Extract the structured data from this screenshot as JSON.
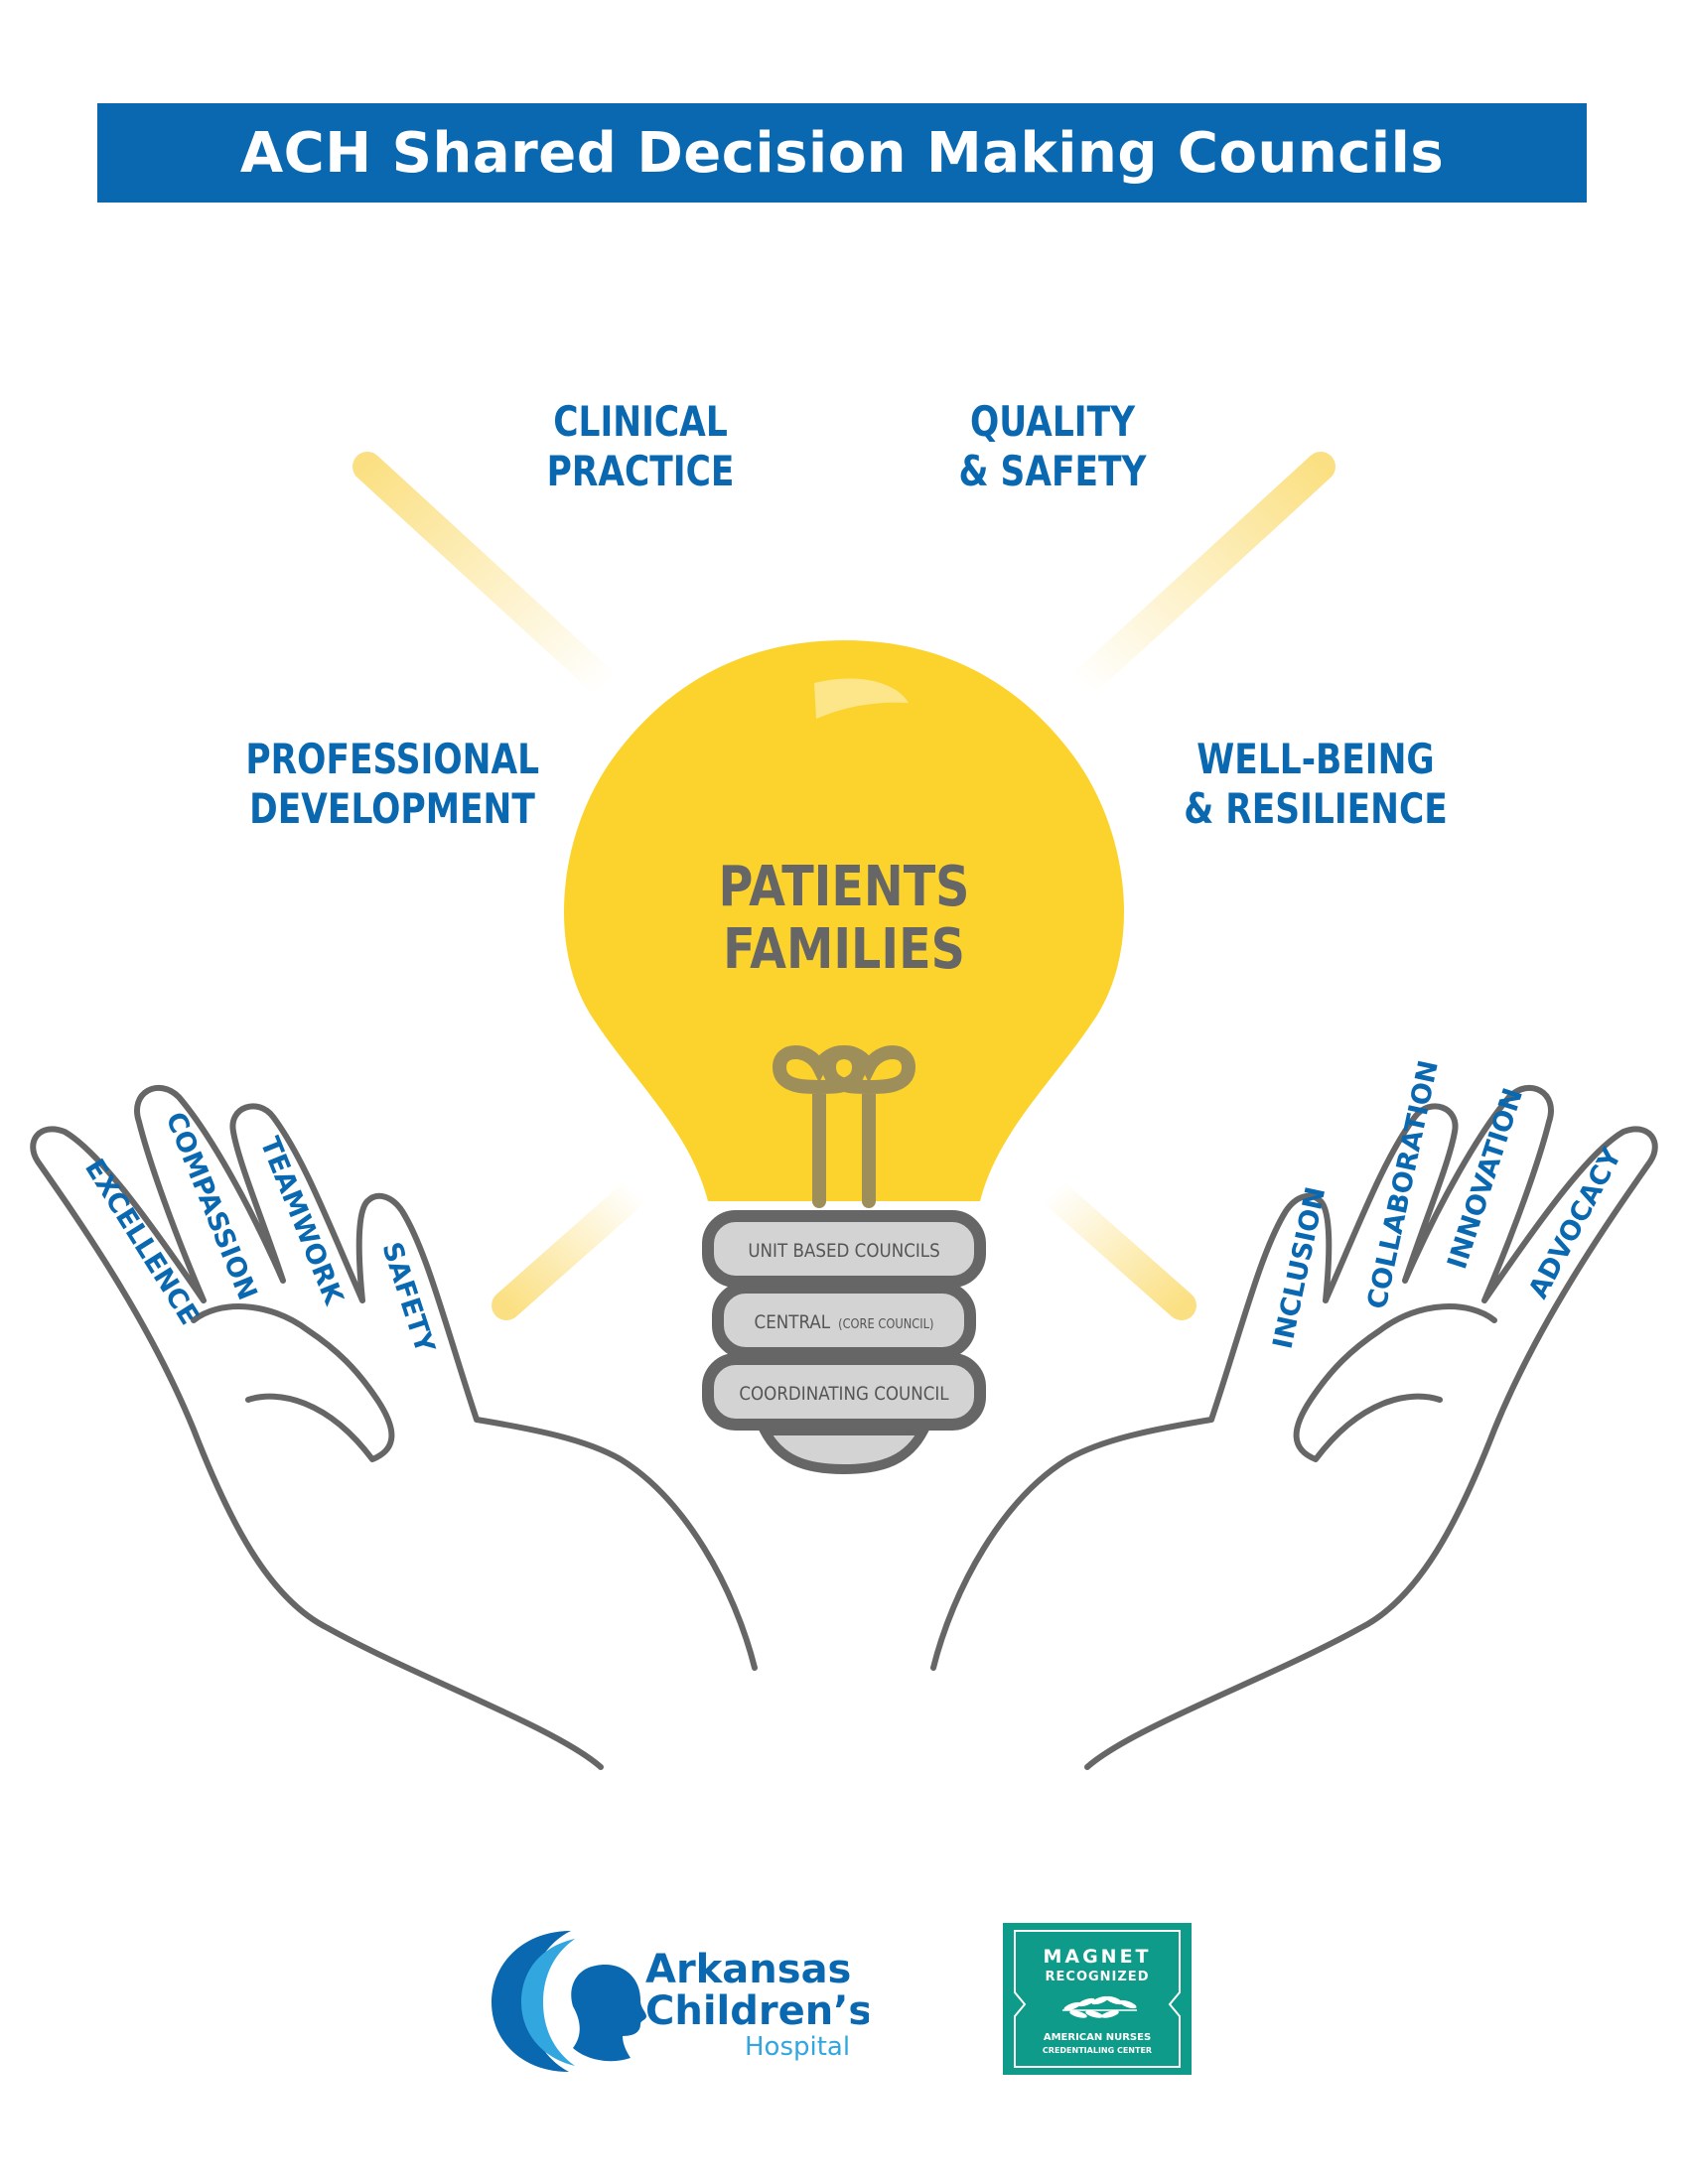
{
  "title": "ACH Shared Decision Making Councils",
  "councils": {
    "clinical_practice": [
      "CLINICAL",
      "PRACTICE"
    ],
    "quality_safety": [
      "QUALITY",
      "& SAFETY"
    ],
    "professional_development": [
      "PROFESSIONAL",
      "DEVELOPMENT"
    ],
    "wellbeing_resilience": [
      "WELL-BEING",
      "& RESILIENCE"
    ]
  },
  "bulb": {
    "center_line1": "PATIENTS",
    "center_line2": "FAMILIES",
    "base_tiers": {
      "tier1": "UNIT BASED COUNCILS",
      "tier2_main": "CENTRAL",
      "tier2_sub": "(CORE COUNCIL)",
      "tier3": "COORDINATING COUNCIL"
    }
  },
  "left_hand_values": [
    "EXCELLENCE",
    "COMPASSION",
    "TEAMWORK",
    "SAFETY"
  ],
  "right_hand_values": [
    "INCLUSION",
    "COLLABORATION",
    "INNOVATION",
    "ADVOCACY"
  ],
  "logo": {
    "line1": "Arkansas",
    "line2": "Children’s",
    "line3": "Hospital"
  },
  "magnet_badge": {
    "line1": "MAGNET",
    "line2": "RECOGNIZED",
    "line3": "AMERICAN NURSES",
    "line4": "CREDENTIALING CENTER"
  },
  "colors": {
    "brand_blue": "#0a68b0",
    "bulb_yellow": "#fcd32d",
    "ray_yellow": "#fbe083",
    "outline_gray": "#666666",
    "magnet_teal": "#0e9b8a"
  }
}
